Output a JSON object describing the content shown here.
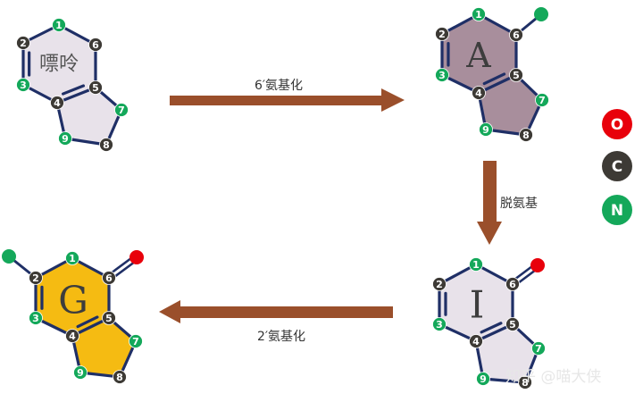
{
  "molecules": [
    {
      "key": "purine",
      "label": "嘌呤",
      "fill": "#e8e2ea",
      "label_color": "#555555",
      "substituents": [],
      "atoms": [
        {
          "n": "1",
          "element": "N"
        },
        {
          "n": "2",
          "element": "C"
        },
        {
          "n": "3",
          "element": "N"
        },
        {
          "n": "4",
          "element": "C"
        },
        {
          "n": "5",
          "element": "C"
        },
        {
          "n": "6",
          "element": "C"
        },
        {
          "n": "7",
          "element": "N"
        },
        {
          "n": "8",
          "element": "C"
        },
        {
          "n": "9",
          "element": "N"
        }
      ]
    },
    {
      "key": "adenine",
      "label": "A",
      "fill": "#a88e9c",
      "label_color": "#3d3d3d",
      "substituents": [
        {
          "element": "N",
          "at": "6"
        }
      ],
      "atoms": [
        {
          "n": "1",
          "element": "N"
        },
        {
          "n": "2",
          "element": "C"
        },
        {
          "n": "3",
          "element": "N"
        },
        {
          "n": "4",
          "element": "C"
        },
        {
          "n": "5",
          "element": "C"
        },
        {
          "n": "6",
          "element": "C"
        },
        {
          "n": "7",
          "element": "N"
        },
        {
          "n": "8",
          "element": "C"
        },
        {
          "n": "9",
          "element": "N"
        }
      ]
    },
    {
      "key": "hypoxanthine",
      "label": "I",
      "fill": "#e8e2ea",
      "label_color": "#3d3d3d",
      "substituents": [
        {
          "element": "O",
          "at": "6"
        }
      ],
      "atoms": [
        {
          "n": "1",
          "element": "N"
        },
        {
          "n": "2",
          "element": "C"
        },
        {
          "n": "3",
          "element": "N"
        },
        {
          "n": "4",
          "element": "C"
        },
        {
          "n": "5",
          "element": "C"
        },
        {
          "n": "6",
          "element": "C"
        },
        {
          "n": "7",
          "element": "N"
        },
        {
          "n": "8",
          "element": "C"
        },
        {
          "n": "9",
          "element": "N"
        }
      ]
    },
    {
      "key": "guanine",
      "label": "G",
      "fill": "#f5bb12",
      "label_color": "#3d3d3d",
      "substituents": [
        {
          "element": "O",
          "at": "6"
        },
        {
          "element": "N",
          "at": "2"
        }
      ],
      "atoms": [
        {
          "n": "1",
          "element": "N"
        },
        {
          "n": "2",
          "element": "C"
        },
        {
          "n": "3",
          "element": "N"
        },
        {
          "n": "4",
          "element": "C"
        },
        {
          "n": "5",
          "element": "C"
        },
        {
          "n": "6",
          "element": "C"
        },
        {
          "n": "7",
          "element": "N"
        },
        {
          "n": "8",
          "element": "C"
        },
        {
          "n": "9",
          "element": "N"
        }
      ]
    }
  ],
  "arrows": [
    {
      "key": "top",
      "label": "6′氨基化"
    },
    {
      "key": "right",
      "label": "脱氨基"
    },
    {
      "key": "bottom",
      "label": "2′氨基化"
    }
  ],
  "legend": [
    {
      "letter": "O",
      "color": "#e8000b"
    },
    {
      "letter": "C",
      "color": "#3d3a35"
    },
    {
      "letter": "N",
      "color": "#14a85a"
    }
  ],
  "colors": {
    "bond": "#1f2f66",
    "arrow": "#9a4f2b",
    "O": "#e8000b",
    "C": "#3d3a35",
    "N": "#14a85a"
  },
  "watermark": "知乎 @喵大侠"
}
